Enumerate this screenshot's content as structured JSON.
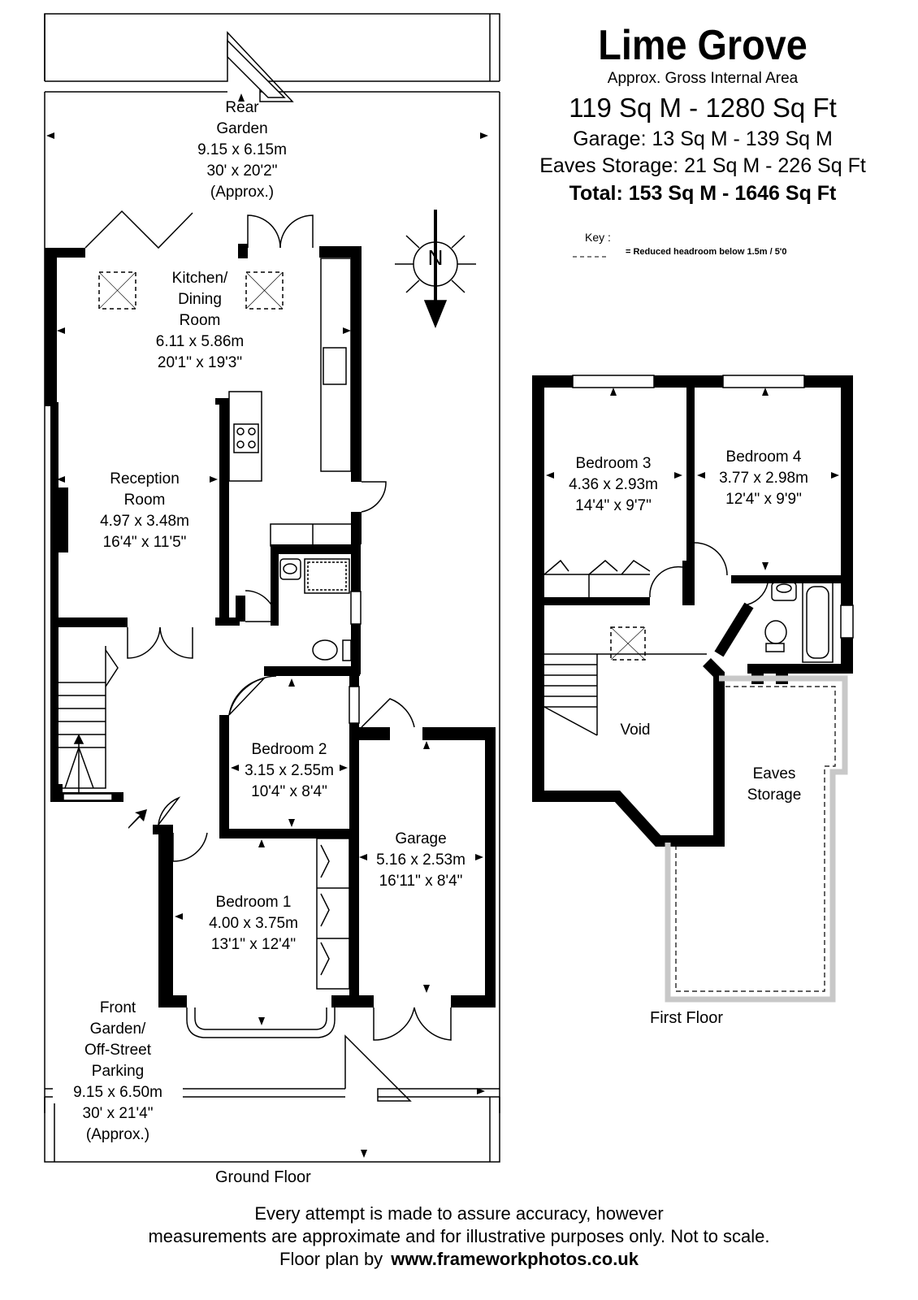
{
  "header": {
    "title": "Lime Grove",
    "subtitle": "Approx. Gross Internal Area",
    "area": "119 Sq M - 1280 Sq Ft",
    "garage": "Garage: 13 Sq M - 139 Sq M",
    "eaves_storage": "Eaves Storage: 21 Sq M - 226 Sq Ft",
    "total": "Total: 153 Sq M - 1646 Sq Ft"
  },
  "key": {
    "title": "Key :",
    "entry": "Reduced  headroom below 1.5m / 5'0"
  },
  "compass": {
    "label": "N"
  },
  "ground_floor": {
    "name": "Ground Floor",
    "rooms": {
      "rear_garden": [
        "Rear",
        "Garden",
        "9.15 x 6.15m",
        "30' x 20'2\"",
        "(Approx.)"
      ],
      "kitchen": [
        "Kitchen/",
        "Dining",
        "Room",
        "6.11 x 5.86m",
        "20'1\" x 19'3\""
      ],
      "reception": [
        "Reception",
        "Room",
        "4.97 x 3.48m",
        "16'4\" x 11'5\""
      ],
      "bedroom2": [
        "Bedroom 2",
        "3.15 x 2.55m",
        "10'4\" x 8'4\""
      ],
      "garage": [
        "Garage",
        "5.16 x 2.53m",
        "16'11\" x 8'4\""
      ],
      "bedroom1": [
        "Bedroom 1",
        "4.00 x 3.75m",
        "13'1\" x 12'4\""
      ],
      "front_garden": [
        "Front",
        "Garden/",
        "Off-Street",
        "Parking",
        "9.15 x 6.50m",
        "30' x 21'4\"",
        "(Approx.)"
      ]
    }
  },
  "first_floor": {
    "name": "First Floor",
    "rooms": {
      "bedroom3": [
        "Bedroom 3",
        "4.36 x 2.93m",
        "14'4\" x 9'7\""
      ],
      "bedroom4": [
        "Bedroom 4",
        "3.77 x 2.98m",
        "12'4\" x 9'9\""
      ],
      "void": [
        "Void"
      ],
      "eaves": [
        "Eaves",
        "Storage"
      ]
    }
  },
  "footer": {
    "line1": "Every attempt is made to assure accuracy, however",
    "line2": "measurements are approximate and for illustrative purposes only. Not to scale.",
    "line3_prefix": "Floor plan by",
    "link": "www.frameworkphotos.co.uk"
  },
  "colors": {
    "wall": "#000000",
    "eaves_outline": "#c8c8c8",
    "background": "#ffffff"
  }
}
